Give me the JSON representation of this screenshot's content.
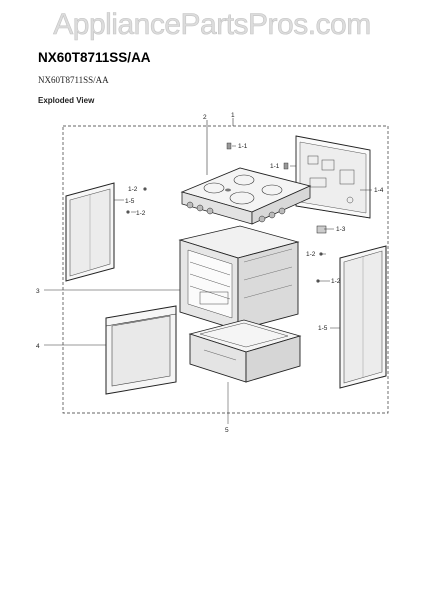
{
  "watermark": "AppliancePartsPros.com",
  "model_title": "NX60T8711SS/AA",
  "model_subtitle": "NX60T8711SS/AA",
  "view_label": "Exploded View",
  "callouts": {
    "c1": "1",
    "c2": "2",
    "c3": "3",
    "c4": "4",
    "c5": "5",
    "c1_1a": "1-1",
    "c1_1b": "1-1",
    "c1_2a": "1-2",
    "c1_2b": "1-2",
    "c1_2c": "1-2",
    "c1_2d": "1-2",
    "c1_3": "1-3",
    "c1_4": "1-4",
    "c1_5a": "1-5",
    "c1_5b": "1-5"
  }
}
